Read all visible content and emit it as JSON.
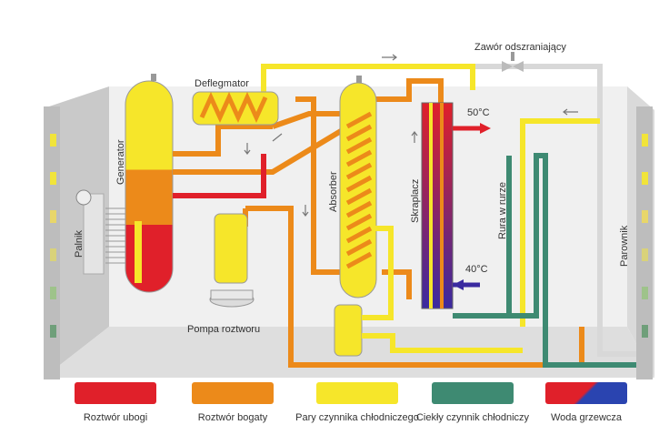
{
  "labels": {
    "valve": "Zawór odszraniający",
    "dephlegmator": "Deflegmator",
    "generator": "Generator",
    "burner": "Palnik",
    "absorber": "Absorber",
    "condenser": "Skraplacz",
    "pipe_in_pipe": "Rura w rurze",
    "evaporator": "Parownik",
    "pump": "Pompa roztworu",
    "temp_out": "50°C",
    "temp_in": "40°C"
  },
  "legend": [
    {
      "label": "Roztwór ubogi",
      "color": "#e0202a"
    },
    {
      "label": "Roztwór bogaty",
      "color": "#ec8a1a"
    },
    {
      "label": "Pary czynnika chłodniczego",
      "color": "#f6e62a"
    },
    {
      "label": "Ciekły czynnik chłodniczy",
      "color": "#3e8a72"
    },
    {
      "label": "Woda grzewcza",
      "color": "#e0202a",
      "color2": "#2a44b0"
    }
  ],
  "colors": {
    "poor": "#e0202a",
    "rich": "#ec8a1a",
    "vapor": "#f6e62a",
    "liquid": "#3e8a72",
    "cold": "#2a44b0",
    "frame": "#cfcfcf"
  }
}
